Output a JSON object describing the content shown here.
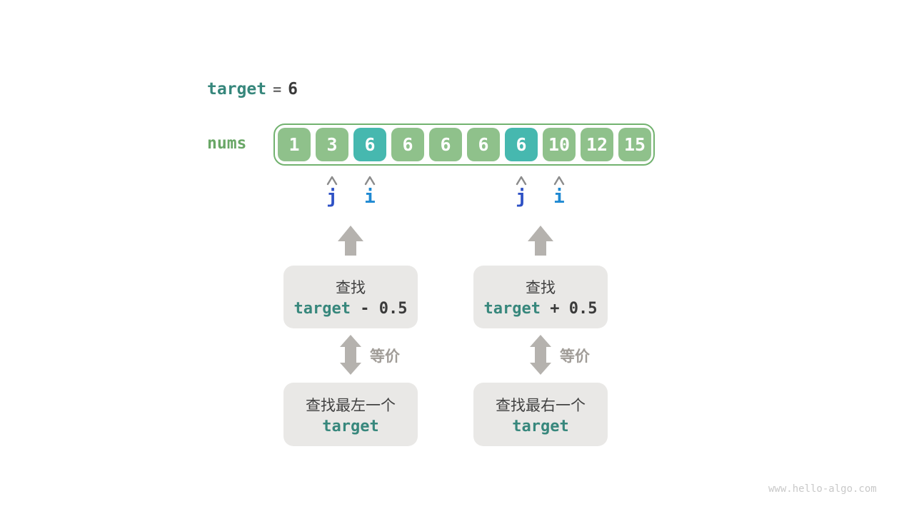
{
  "header": {
    "var": "target",
    "equals": "=",
    "value": "6"
  },
  "array": {
    "label": "nums",
    "cells": [
      {
        "value": "1",
        "highlight": false
      },
      {
        "value": "3",
        "highlight": false
      },
      {
        "value": "6",
        "highlight": true
      },
      {
        "value": "6",
        "highlight": false
      },
      {
        "value": "6",
        "highlight": false
      },
      {
        "value": "6",
        "highlight": false
      },
      {
        "value": "6",
        "highlight": true
      },
      {
        "value": "10",
        "highlight": false
      },
      {
        "value": "12",
        "highlight": false
      },
      {
        "value": "15",
        "highlight": false
      }
    ]
  },
  "pointers": [
    {
      "label": "j",
      "group": "left",
      "cell_index": 1,
      "color": "#2e51c5"
    },
    {
      "label": "i",
      "group": "left",
      "cell_index": 2,
      "color": "#1f89d2"
    },
    {
      "label": "j",
      "group": "right",
      "cell_index": 6,
      "color": "#2e51c5"
    },
    {
      "label": "i",
      "group": "right",
      "cell_index": 7,
      "color": "#1f89d2"
    }
  ],
  "flows": {
    "left": {
      "search_prefix": "查找",
      "expr_var": "target",
      "expr_rest": " - 0.5",
      "equiv": "等价",
      "result_text": "查找最左一个",
      "result_var": "target"
    },
    "right": {
      "search_prefix": "查找",
      "expr_var": "target",
      "expr_rest": " + 0.5",
      "equiv": "等价",
      "result_text": "查找最右一个",
      "result_var": "target"
    }
  },
  "watermark": "www.hello-algo.com",
  "colors": {
    "teal_text": "#37877c",
    "nums_green_text": "#69a766",
    "cell_green": "#8fc18b",
    "cell_highlight_teal": "#46b8af",
    "array_border_green": "#72b26f",
    "arrow_gray": "#b5b2ae",
    "caret_gray": "#8b8b8b",
    "equiv_label_gray": "#a09c97",
    "dark_text": "#3a3a3a",
    "pointer_j_blue": "#2e51c5",
    "pointer_i_blue": "#1f89d2",
    "box_bg": "#e9e8e6"
  }
}
